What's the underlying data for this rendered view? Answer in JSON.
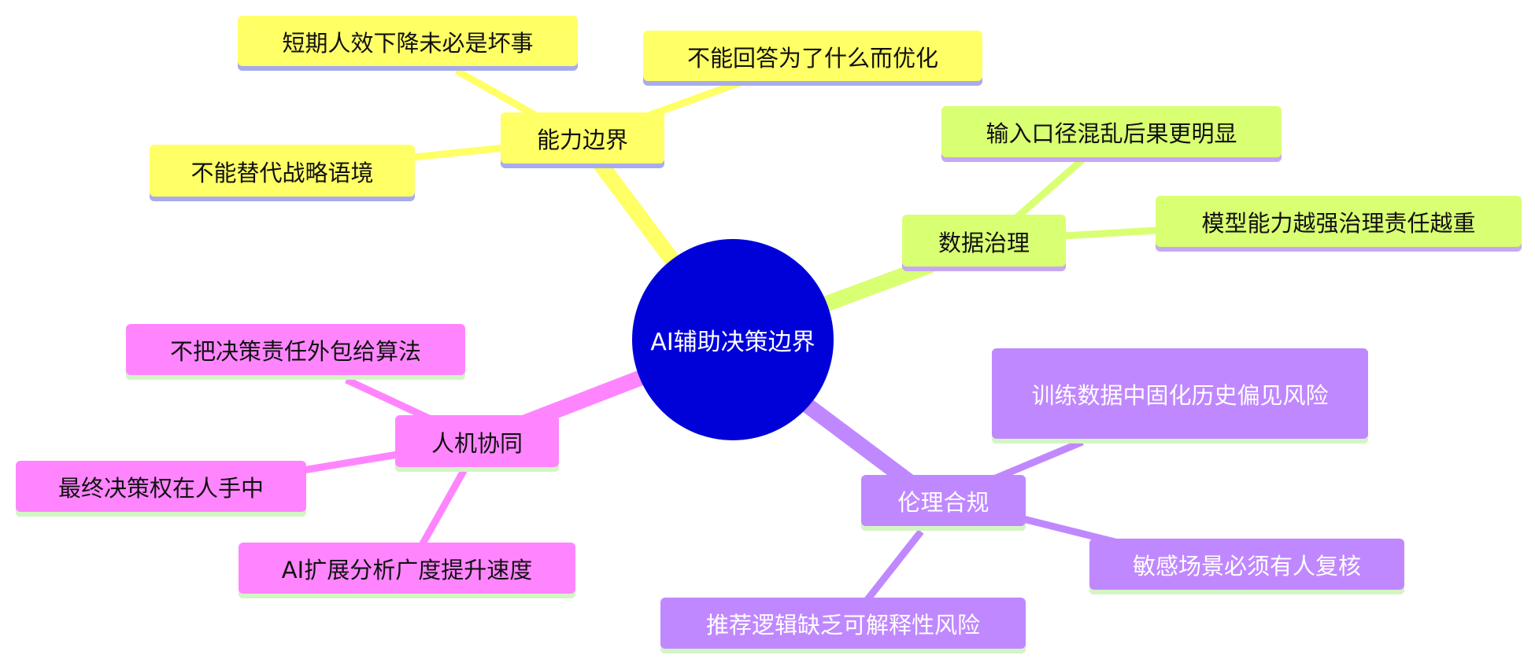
{
  "root": {
    "label": "AI辅助决策边界",
    "color": "#0000d9"
  },
  "branches": [
    {
      "label": "能力边界",
      "color": "#ffff66",
      "children": [
        "短期人效下降未必是坏事",
        "不能回答为了什么而优化",
        "不能替代战略语境"
      ]
    },
    {
      "label": "数据治理",
      "color": "#d9ff73",
      "children": [
        "输入口径混乱后果更明显",
        "模型能力越强治理责任越重"
      ]
    },
    {
      "label": "伦理合规",
      "color": "#c088ff",
      "children": [
        "训练数据中固化历史偏见风险",
        "敏感场景必须有人复核",
        "推荐逻辑缺乏可解释性风险"
      ]
    },
    {
      "label": "人机协同",
      "color": "#ff85ff",
      "children": [
        "不把决策责任外包给算法",
        "最终决策权在人手中",
        "AI扩展分析广度提升速度"
      ]
    }
  ]
}
